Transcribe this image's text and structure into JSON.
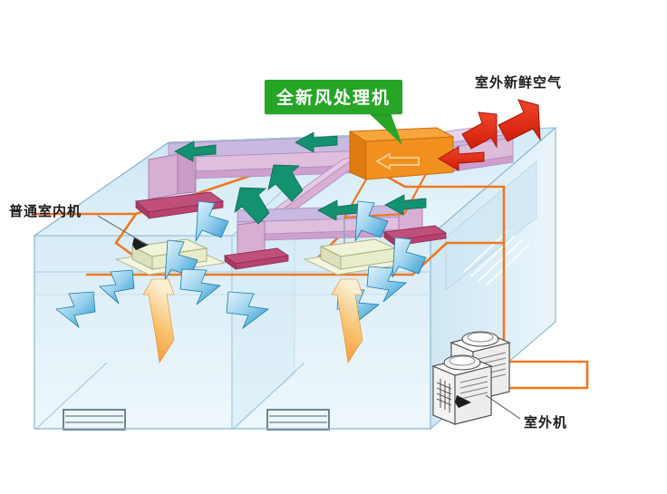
{
  "diagram": {
    "title_label": "全新风处理机",
    "labels": {
      "ahu": "全新风处理机",
      "fresh_air": "室外新鲜空气",
      "indoor_unit": "普通室内机",
      "outdoor_unit": "室外机"
    },
    "colors": {
      "ahu_fill": "#f2901f",
      "ahu_fill_dark": "#dd7b11",
      "ahu_top": "#f7a63c",
      "callout_green": "#27a527",
      "duct_side": "#d9aed5",
      "duct_top": "#c9b9e0",
      "duct_front": "#e6c4e2",
      "diffuser": "#c04f7c",
      "diffuser_dark": "#a63a63",
      "arrow_supply_green": "#14916f",
      "arrow_fresh_red": "#e02b18",
      "arrow_cool_blue_light": "#d5ebf8",
      "arrow_cool_blue_dark": "#2e9fd6",
      "arrow_warm_orange_light": "#fbe3b0",
      "arrow_warm_orange_dark": "#f08b2a",
      "pipe_orange": "#ef7722",
      "room_fill": "#cfe7f4",
      "room_edge": "#8ab4cf",
      "indoor_unit_body": "#e9eccb",
      "indoor_unit_tray": "#f3f5e0",
      "outdoor_unit_body": "#fbfbfb",
      "outdoor_unit_edge": "#555555"
    },
    "elements": {
      "ahu_face_arrow": "left-arrow-outline",
      "fresh_air_arrow_count": 3,
      "supply_arrow_count": 6,
      "cool_arrow_count": 8,
      "warm_arrow_count": 2,
      "indoor_unit_count": 2,
      "outdoor_unit_count": 2,
      "diffuser_count": 4,
      "window_count": 2,
      "room_count": 2
    }
  }
}
